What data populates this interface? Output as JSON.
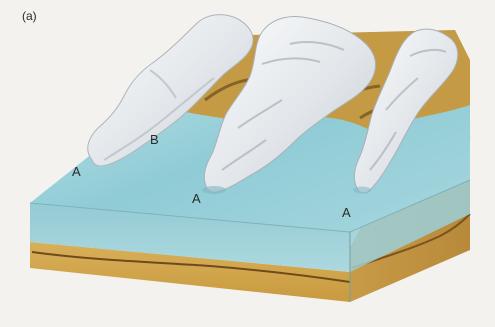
{
  "figure": {
    "panel_label": "(a)",
    "labels": {
      "a_left": "A",
      "b": "B",
      "a_center": "A",
      "a_right": "A"
    }
  }
}
